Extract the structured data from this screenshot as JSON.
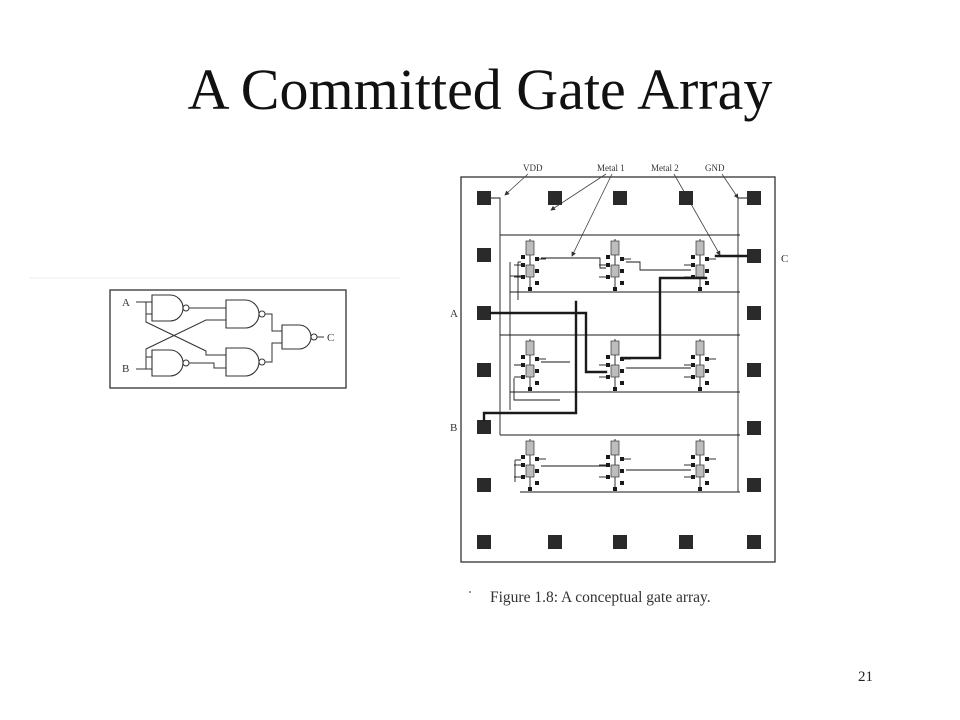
{
  "slide": {
    "title": "A Committed Gate Array",
    "page_number": "21"
  },
  "logic_schematic": {
    "input_a_label": "A",
    "input_b_label": "B",
    "output_c_label": "C"
  },
  "gate_array_figure": {
    "callouts": {
      "vdd": "VDD",
      "metal_1": "Metal 1",
      "metal_2": "Metal 2",
      "gnd": "GND"
    },
    "pins": {
      "a": "A",
      "b": "B",
      "c": "C"
    },
    "caption": "Figure 1.8: A conceptual gate array."
  },
  "colors": {
    "background": "#ffffff",
    "ink": "#1a1a1a"
  }
}
